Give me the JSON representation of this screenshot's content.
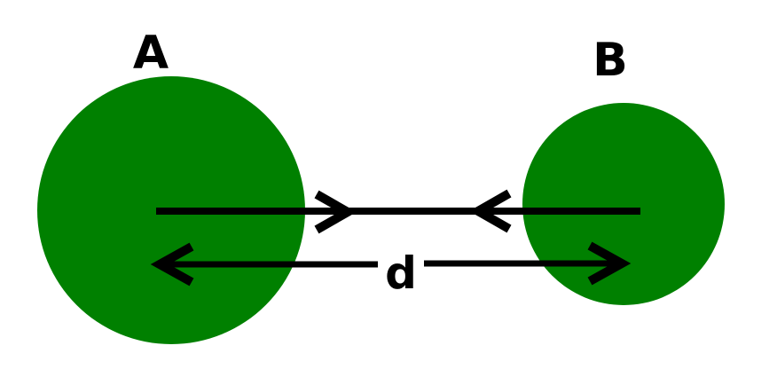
{
  "diagram": {
    "type": "two-bodies-distance-diagram",
    "body_a_label": "A",
    "body_b_label": "B",
    "distance_label": "d",
    "colors": {
      "body_fill": "#008000",
      "line": "#000000",
      "background": "#ffffff"
    }
  }
}
